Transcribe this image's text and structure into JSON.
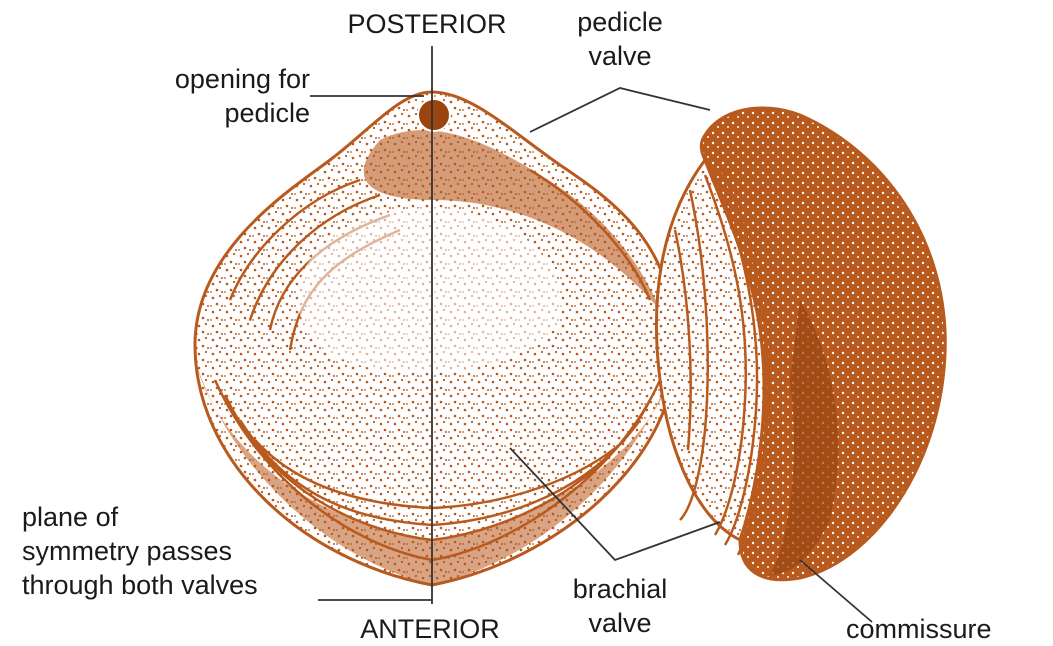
{
  "colors": {
    "shell": "#b85a1e",
    "shell_dark": "#9a4510",
    "line": "#333333",
    "text": "#1a1a1a",
    "background": "#ffffff"
  },
  "labels": {
    "posterior": "POSTERIOR",
    "anterior": "ANTERIOR",
    "opening_for_pedicle": [
      "opening for",
      "pedicle"
    ],
    "pedicle_valve": [
      "pedicle",
      "valve"
    ],
    "plane_of_symmetry": [
      "plane of",
      "symmetry passes",
      "through both valves"
    ],
    "brachial_valve": [
      "brachial",
      "valve"
    ],
    "commissure": "commissure"
  }
}
